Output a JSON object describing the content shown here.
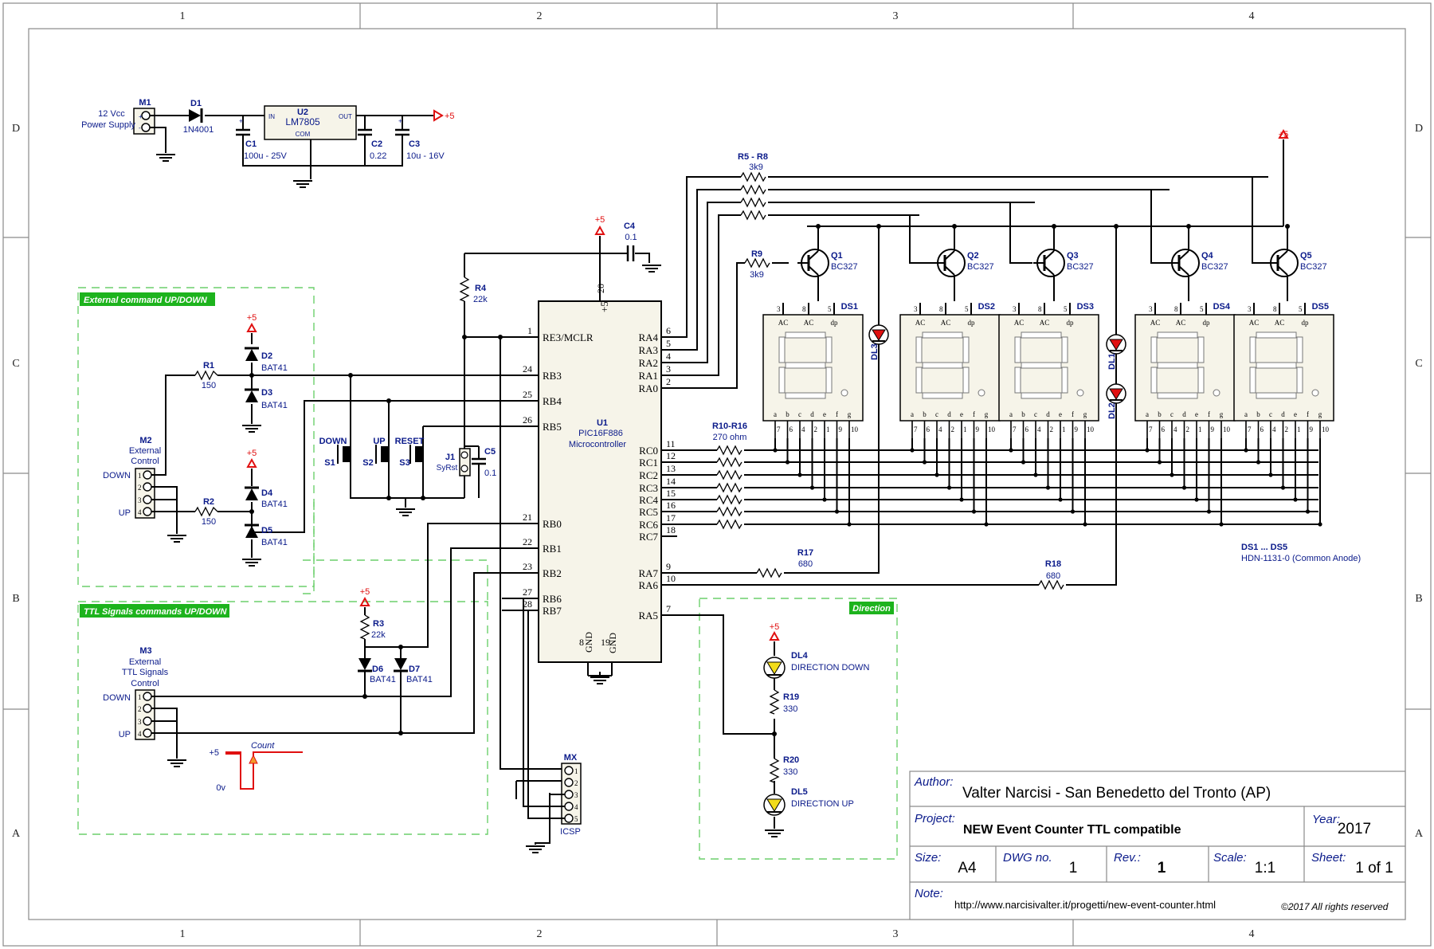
{
  "grid": {
    "columns": [
      "1",
      "2",
      "3",
      "4"
    ],
    "rows": [
      "D",
      "C",
      "B",
      "A"
    ]
  },
  "power": {
    "m1": {
      "ref": "M1",
      "label1": "12 Vcc",
      "label2": "Power Supply",
      "plus": "+",
      "minus": "-"
    },
    "d1": {
      "ref": "D1",
      "value": "1N4001"
    },
    "u2": {
      "ref": "U2",
      "value": "LM7805",
      "in": "IN",
      "out": "OUT",
      "com": "COM"
    },
    "c1": {
      "ref": "C1",
      "value": "100u - 25V"
    },
    "c2": {
      "ref": "C2",
      "value": "0.22"
    },
    "c3": {
      "ref": "C3",
      "value": "10u - 16V"
    },
    "vcc": "+5"
  },
  "mcu": {
    "ref": "U1",
    "part": "PIC16F886",
    "desc": "Microcontroller",
    "left_pins": [
      {
        "num": "1",
        "name": "RE3/MCLR"
      },
      {
        "num": "24",
        "name": "RB3"
      },
      {
        "num": "25",
        "name": "RB4"
      },
      {
        "num": "26",
        "name": "RB5"
      },
      {
        "num": "21",
        "name": "RB0"
      },
      {
        "num": "22",
        "name": "RB1"
      },
      {
        "num": "23",
        "name": "RB2"
      },
      {
        "num": "27",
        "name": "RB6"
      },
      {
        "num": "28",
        "name": "RB7"
      }
    ],
    "right_pins": [
      {
        "num": "6",
        "name": "RA4"
      },
      {
        "num": "5",
        "name": "RA3"
      },
      {
        "num": "4",
        "name": "RA2"
      },
      {
        "num": "3",
        "name": "RA1"
      },
      {
        "num": "2",
        "name": "RA0"
      },
      {
        "num": "11",
        "name": "RC0"
      },
      {
        "num": "12",
        "name": "RC1"
      },
      {
        "num": "13",
        "name": "RC2"
      },
      {
        "num": "14",
        "name": "RC3"
      },
      {
        "num": "15",
        "name": "RC4"
      },
      {
        "num": "16",
        "name": "RC5"
      },
      {
        "num": "17",
        "name": "RC6"
      },
      {
        "num": "18",
        "name": "RC7"
      },
      {
        "num": "9",
        "name": "RA7"
      },
      {
        "num": "10",
        "name": "RA6"
      },
      {
        "num": "7",
        "name": "RA5"
      }
    ],
    "top_pin": {
      "num": "20",
      "name": "+5"
    },
    "gnd_pins": [
      {
        "num": "8",
        "name": "GND"
      },
      {
        "num": "19",
        "name": "GND"
      }
    ]
  },
  "reset_circuit": {
    "c4": {
      "ref": "C4",
      "value": "0.1"
    },
    "r4": {
      "ref": "R4",
      "value": "22k"
    },
    "vcc": "+5"
  },
  "external_cmd": {
    "title": "External command UP/DOWN",
    "m2": {
      "ref": "M2",
      "label1": "External",
      "label2": "Control",
      "down": "DOWN",
      "up": "UP",
      "pins": [
        "1",
        "2",
        "3",
        "4"
      ]
    },
    "r1": {
      "ref": "R1",
      "value": "150"
    },
    "r2": {
      "ref": "R2",
      "value": "150"
    },
    "d2": {
      "ref": "D2",
      "value": "BAT41"
    },
    "d3": {
      "ref": "D3",
      "value": "BAT41"
    },
    "d4": {
      "ref": "D4",
      "value": "BAT41"
    },
    "d5": {
      "ref": "D5",
      "value": "BAT41"
    },
    "vcc": "+5"
  },
  "switches": {
    "s1": {
      "ref": "S1",
      "label": "DOWN"
    },
    "s2": {
      "ref": "S2",
      "label": "UP"
    },
    "s3": {
      "ref": "S3",
      "label": "RESET"
    },
    "j1": {
      "ref": "J1",
      "value": "SyRst"
    },
    "c5": {
      "ref": "C5",
      "value": "0.1"
    }
  },
  "ttl": {
    "title": "TTL Signals commands UP/DOWN",
    "m3": {
      "ref": "M3",
      "label1": "External",
      "label2": "TTL Signals",
      "label3": "Control",
      "down": "DOWN",
      "up": "UP",
      "pins": [
        "1",
        "2",
        "3",
        "4"
      ]
    },
    "r3": {
      "ref": "R3",
      "value": "22k"
    },
    "d6": {
      "ref": "D6",
      "value": "BAT41"
    },
    "d7": {
      "ref": "D7",
      "value": "BAT41"
    },
    "vcc": "+5",
    "pulse": {
      "hi": "+5",
      "lo": "0v",
      "label": "Count"
    }
  },
  "icsp": {
    "ref": "MX",
    "label": "ICSP",
    "pins": [
      "1",
      "2",
      "3",
      "4",
      "5"
    ]
  },
  "display": {
    "r5_r8": {
      "ref": "R5 - R8",
      "value": "3k9"
    },
    "r9": {
      "ref": "R9",
      "value": "3k9"
    },
    "r10_r16": {
      "ref": "R10-R16",
      "value": "270 ohm"
    },
    "r17": {
      "ref": "R17",
      "value": "680"
    },
    "r18": {
      "ref": "R18",
      "value": "680"
    },
    "transistors": [
      {
        "ref": "Q1",
        "value": "BC327"
      },
      {
        "ref": "Q2",
        "value": "BC327"
      },
      {
        "ref": "Q3",
        "value": "BC327"
      },
      {
        "ref": "Q4",
        "value": "BC327"
      },
      {
        "ref": "Q5",
        "value": "BC327"
      }
    ],
    "digits": [
      {
        "ref": "DS1"
      },
      {
        "ref": "DS2"
      },
      {
        "ref": "DS3"
      },
      {
        "ref": "DS4"
      },
      {
        "ref": "DS5"
      }
    ],
    "top_pins": [
      "3",
      "8",
      "5"
    ],
    "top_labels": [
      "AC",
      "AC",
      "dp"
    ],
    "bottom_letters": [
      "a",
      "b",
      "c",
      "d",
      "e",
      "f",
      "g"
    ],
    "bottom_pins": [
      "7",
      "6",
      "4",
      "2",
      "1",
      "9",
      "10"
    ],
    "leds": [
      {
        "ref": "DL3"
      },
      {
        "ref": "DL1"
      },
      {
        "ref": "DL2"
      }
    ],
    "note1": "DS1 ... DS5",
    "note2": "HDN-1131-0 (Common Anode)",
    "vcc": "+5"
  },
  "direction": {
    "title": "Direction",
    "dl4": {
      "ref": "DL4",
      "label": "DIRECTION DOWN"
    },
    "dl5": {
      "ref": "DL5",
      "label": "DIRECTION UP"
    },
    "r19": {
      "ref": "R19",
      "value": "330"
    },
    "r20": {
      "ref": "R20",
      "value": "330"
    },
    "vcc": "+5"
  },
  "title_block": {
    "author_label": "Author:",
    "author": "Valter Narcisi - San Benedetto del Tronto (AP)",
    "project_label": "Project:",
    "project": "NEW Event Counter TTL compatible",
    "year_label": "Year:",
    "year": "2017",
    "size_label": "Size:",
    "size": "A4",
    "dwg_label": "DWG no.",
    "dwg": "1",
    "rev_label": "Rev.:",
    "rev": "1",
    "scale_label": "Scale:",
    "scale": "1:1",
    "sheet_label": "Sheet:",
    "sheet": "1 of 1",
    "note_label": "Note:",
    "note": "http://www.narcisivalter.it/progetti/new-event-counter.html",
    "copyright": "©2017 All rights reserved"
  },
  "colors": {
    "label_blue": "#0a1a8a",
    "box_green": "#1db31d",
    "vcc_red": "#e01010",
    "led_red": "#e01010",
    "led_yellow": "#f2dc1a",
    "pulse_red": "#e01010",
    "pulse_orange": "#f39a2b",
    "display_body": "#f6f4e9"
  }
}
